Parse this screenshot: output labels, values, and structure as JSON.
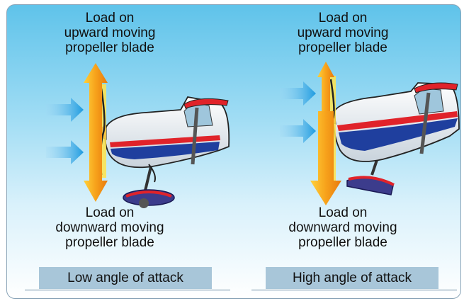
{
  "panels": [
    {
      "top_label": "Load on\nupward moving\npropeller blade",
      "bottom_label": "Load on\ndownward moving\npropeller blade",
      "caption": "Low angle of attack"
    },
    {
      "top_label": "Load on\nupward moving\npropeller blade",
      "bottom_label": "Load on\ndownward moving\npropeller blade",
      "caption": "High angle of attack"
    }
  ],
  "colors": {
    "load_arrow": "#f7a21b",
    "airflow_arrow": "#1e9be0",
    "fuselage_stripe_red": "#e0232a",
    "fuselage_stripe_blue": "#1f3f9e"
  }
}
